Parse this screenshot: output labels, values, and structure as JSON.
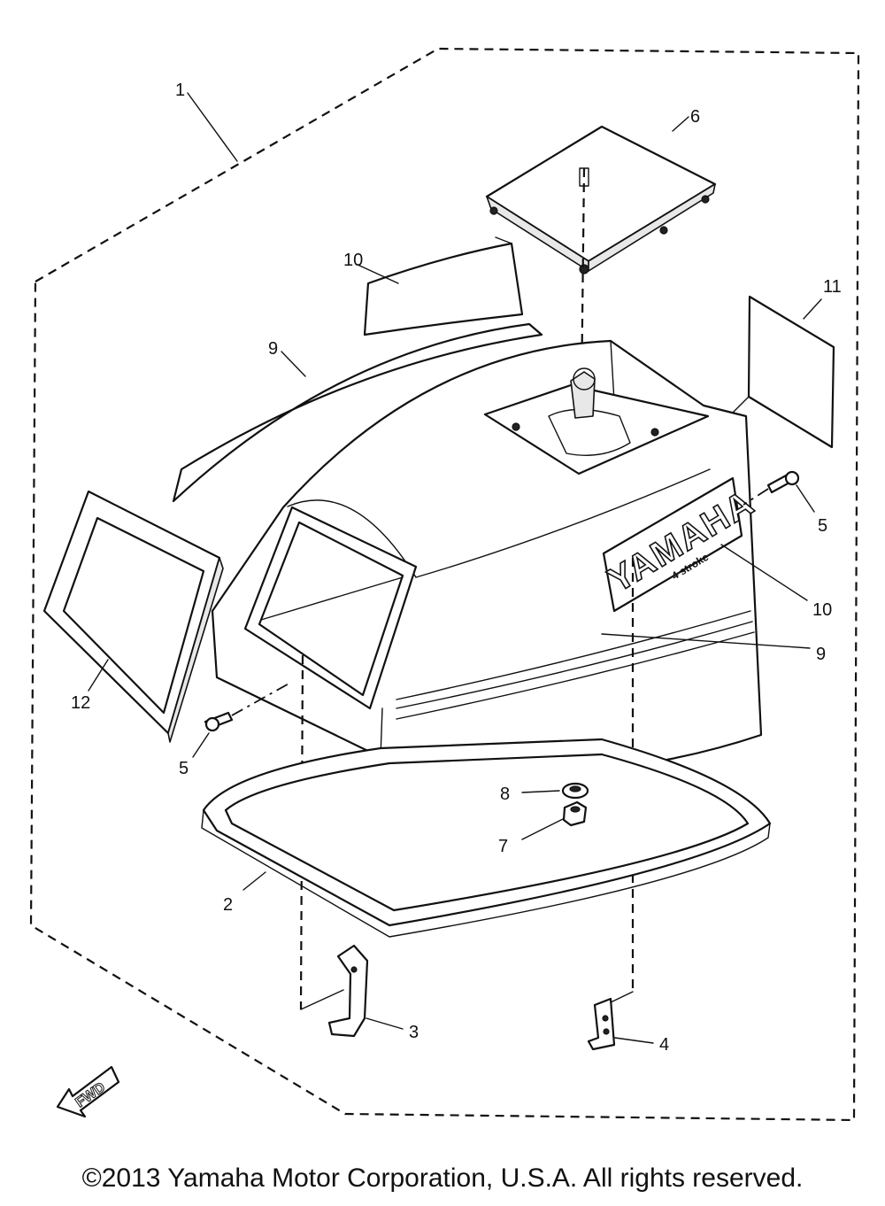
{
  "diagram": {
    "part_numbers": {
      "p1": "1",
      "p2": "2",
      "p3": "3",
      "p4": "4",
      "p5a": "5",
      "p5b": "5",
      "p6": "6",
      "p7": "7",
      "p8": "8",
      "p9a": "9",
      "p9b": "9",
      "p10a": "10",
      "p10b": "10",
      "p11": "11",
      "p12": "12"
    },
    "cowl_brand": "YAMAHA",
    "cowl_model": "4 stroke",
    "direction_marker": "FWD"
  },
  "footer": {
    "copyright": "©2013 Yamaha Motor Corporation, U.S.A. All rights reserved."
  }
}
